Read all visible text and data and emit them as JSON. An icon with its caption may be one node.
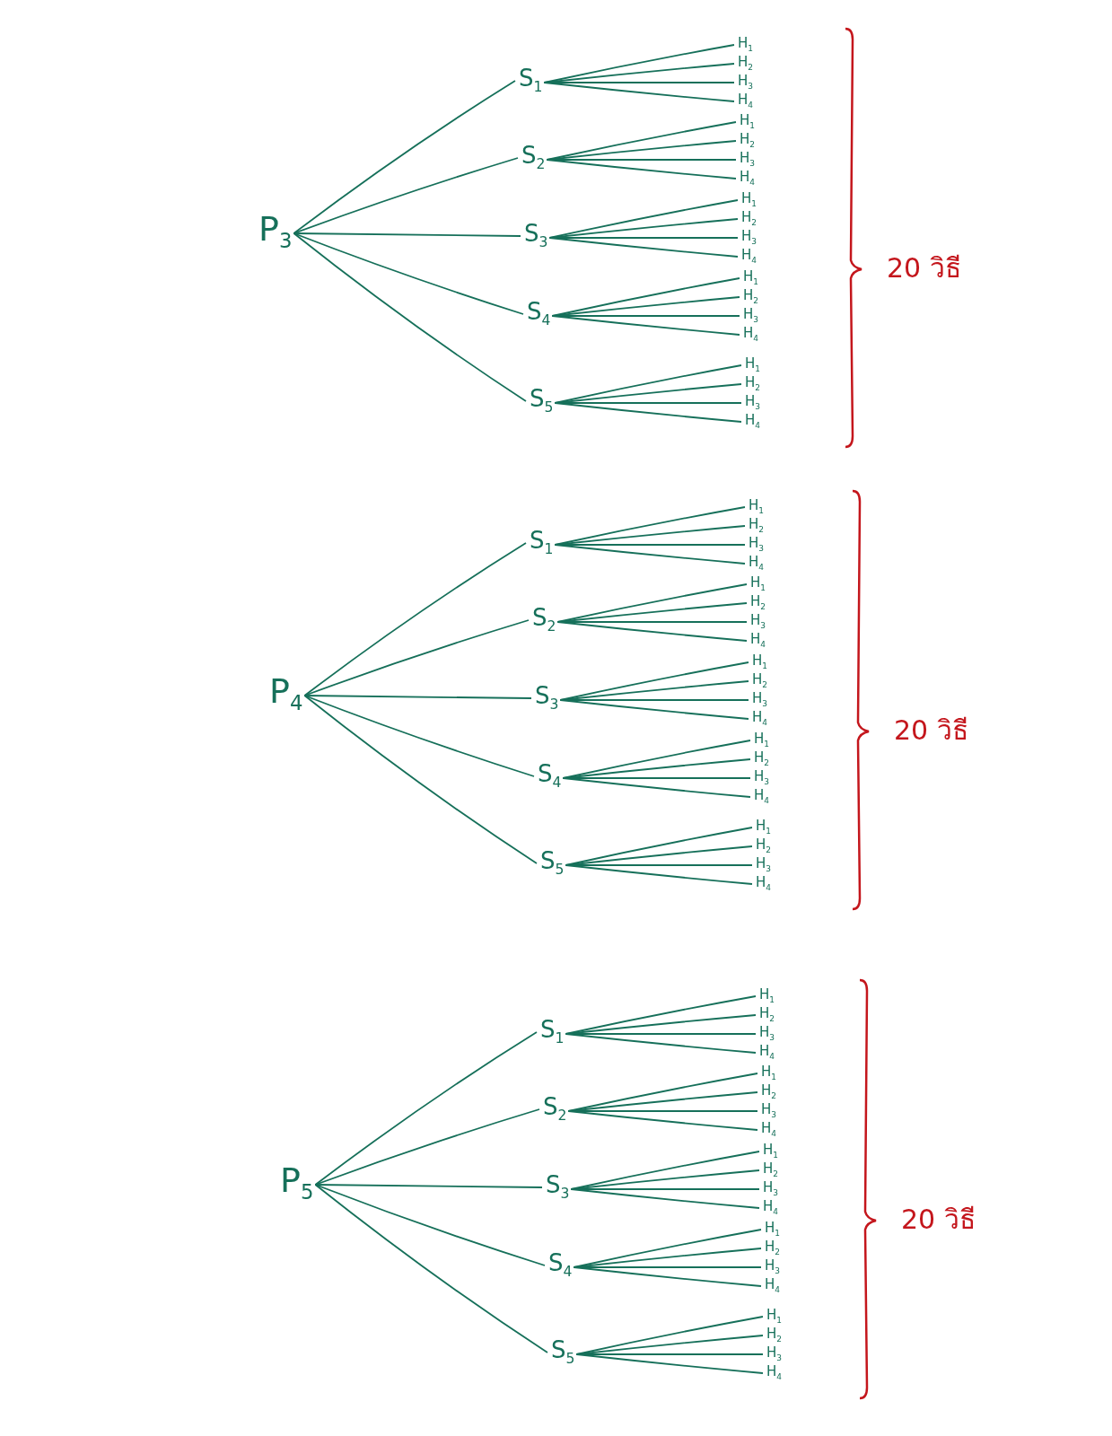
{
  "diagram": {
    "nodes": [
      {
        "text": [
          "P$_{3}$"
        ]
      },
      {
        "text": [
          "S$_{1}$"
        ]
      },
      {
        "text": [
          "H$_{1}$"
        ]
      },
      {
        "text": [
          "H$_{2}$"
        ]
      },
      {
        "text": [
          "H$_{3}$"
        ]
      },
      {
        "text": [
          "H$_{4}$"
        ]
      },
      {
        "text": [
          "S$_{2}$"
        ]
      },
      {
        "text": [
          "H$_{1}$"
        ]
      },
      {
        "text": [
          "H$_{2}$"
        ]
      },
      {
        "text": [
          "H$_{3}$"
        ]
      },
      {
        "text": [
          "H$_{4}$"
        ]
      },
      {
        "text": [
          "S$_{3}$"
        ]
      },
      {
        "text": [
          "H$_{1}$"
        ]
      },
      {
        "text": [
          "H$_{2}$"
        ]
      },
      {
        "text": [
          "H$_{3}$"
        ]
      },
      {
        "text": [
          "H$_{4}$"
        ]
      },
      {
        "text": [
          "S$_{4}$"
        ]
      },
      {
        "text": [
          "H$_{1}$"
        ]
      },
      {
        "text": [
          "H$_{2}$"
        ]
      },
      {
        "text": [
          "H$_{3}$"
        ]
      },
      {
        "text": [
          "H$_{4}$"
        ]
      },
      {
        "text": [
          "S$_{5}$"
        ]
      },
      {
        "text": [
          "H$_{1}$"
        ]
      },
      {
        "text": [
          "H$_{2}$"
        ]
      },
      {
        "text": [
          "H$_{3}$"
        ]
      },
      {
        "text": [
          "H$_{4}$"
        ]
      },
      {
        "text": [
          "P$_{4}$"
        ]
      },
      {
        "text": [
          "S$_{1}$"
        ]
      },
      {
        "text": [
          "H$_{1}$"
        ]
      },
      {
        "text": [
          "H$_{2}$"
        ]
      },
      {
        "text": [
          "H$_{3}$"
        ]
      },
      {
        "text": [
          "H$_{4}$"
        ]
      },
      {
        "text": [
          "S$_{2}$"
        ]
      },
      {
        "text": [
          "H$_{1}$"
        ]
      },
      {
        "text": [
          "H$_{2}$"
        ]
      },
      {
        "text": [
          "H$_{3}$"
        ]
      },
      {
        "text": [
          "H$_{4}$"
        ]
      },
      {
        "text": [
          "S$_{3}$"
        ]
      },
      {
        "text": [
          "H$_{1}$"
        ]
      },
      {
        "text": [
          "H$_{2}$"
        ]
      },
      {
        "text": [
          "H$_{3}$"
        ]
      },
      {
        "text": [
          "H$_{4}$"
        ]
      },
      {
        "text": [
          "S$_{4}$"
        ]
      },
      {
        "text": [
          "H$_{1}$"
        ]
      },
      {
        "text": [
          "H$_{2}$"
        ]
      },
      {
        "text": [
          "H$_{3}$"
        ]
      },
      {
        "text": [
          "H$_{4}$"
        ]
      },
      {
        "text": [
          "S$_{5}$"
        ]
      },
      {
        "text": [
          "H$_{1}$"
        ]
      },
      {
        "text": [
          "H$_{2}$"
        ]
      },
      {
        "text": [
          "H$_{3}$"
        ]
      },
      {
        "text": [
          "H$_{4}$"
        ]
      },
      {
        "text": [
          "P$_{5}$"
        ]
      },
      {
        "text": [
          "S$_{1}$"
        ]
      },
      {
        "text": [
          "H$_{1}$"
        ]
      },
      {
        "text": [
          "H$_{2}$"
        ]
      },
      {
        "text": [
          "H$_{3}$"
        ]
      },
      {
        "text": [
          "H$_{4}$"
        ]
      },
      {
        "text": [
          "S$_{2}$"
        ]
      },
      {
        "text": [
          "H$_{1}$"
        ]
      },
      {
        "text": [
          "H$_{2}$"
        ]
      },
      {
        "text": [
          "H$_{3}$"
        ]
      },
      {
        "text": [
          "H$_{4}$"
        ]
      },
      {
        "text": [
          "S$_{3}$"
        ]
      },
      {
        "text": [
          "H$_{1}$"
        ]
      },
      {
        "text": [
          "H$_{2}$"
        ]
      },
      {
        "text": [
          "H$_{3}$"
        ]
      },
      {
        "text": [
          "H$_{4}$"
        ]
      },
      {
        "text": [
          "S$_{4}$"
        ]
      },
      {
        "text": [
          "H$_{1}$"
        ]
      },
      {
        "text": [
          "H$_{2}$"
        ]
      },
      {
        "text": [
          "H$_{3}$"
        ]
      },
      {
        "text": [
          "H$_{4}$"
        ]
      },
      {
        "text": [
          "S$_{5}$"
        ]
      },
      {
        "text": [
          "H$_{1}$"
        ]
      },
      {
        "text": [
          "H$_{2}$"
        ]
      },
      {
        "text": [
          "H$_{3}$"
        ]
      },
      {
        "text": [
          "H$_{4}$"
        ]
      }
    ],
    "edges": [
      {
        "from": 0,
        "to": 1,
        "arrow": "none"
      },
      {
        "from": 0,
        "to": 6,
        "arrow": "none"
      },
      {
        "from": 0,
        "to": 11,
        "arrow": "none"
      },
      {
        "from": 0,
        "to": 16,
        "arrow": "none"
      },
      {
        "from": 0,
        "to": 21,
        "arrow": "none"
      },
      {
        "from": 1,
        "to": 2,
        "arrow": "none"
      },
      {
        "from": 1,
        "to": 3,
        "arrow": "none"
      },
      {
        "from": 1,
        "to": 4,
        "arrow": "none"
      },
      {
        "from": 1,
        "to": 5,
        "arrow": "none"
      },
      {
        "from": 6,
        "to": 7,
        "arrow": "none"
      },
      {
        "from": 6,
        "to": 8,
        "arrow": "none"
      },
      {
        "from": 6,
        "to": 9,
        "arrow": "none"
      },
      {
        "from": 6,
        "to": 10,
        "arrow": "none"
      },
      {
        "from": 11,
        "to": 12,
        "arrow": "none"
      },
      {
        "from": 11,
        "to": 13,
        "arrow": "none"
      },
      {
        "from": 11,
        "to": 14,
        "arrow": "none"
      },
      {
        "from": 11,
        "to": 15,
        "arrow": "none"
      },
      {
        "from": 16,
        "to": 17,
        "arrow": "none"
      },
      {
        "from": 16,
        "to": 18,
        "arrow": "none"
      },
      {
        "from": 16,
        "to": 19,
        "arrow": "none"
      },
      {
        "from": 16,
        "to": 20,
        "arrow": "none"
      },
      {
        "from": 21,
        "to": 22,
        "arrow": "none"
      },
      {
        "from": 21,
        "to": 23,
        "arrow": "none"
      },
      {
        "from": 21,
        "to": 24,
        "arrow": "none"
      },
      {
        "from": 21,
        "to": 25,
        "arrow": "none"
      },
      {
        "from": 26,
        "to": 27,
        "arrow": "none"
      },
      {
        "from": 26,
        "to": 32,
        "arrow": "none"
      },
      {
        "from": 26,
        "to": 37,
        "arrow": "none"
      },
      {
        "from": 26,
        "to": 42,
        "arrow": "none"
      },
      {
        "from": 26,
        "to": 47,
        "arrow": "none"
      },
      {
        "from": 27,
        "to": 28,
        "arrow": "none"
      },
      {
        "from": 27,
        "to": 29,
        "arrow": "none"
      },
      {
        "from": 27,
        "to": 30,
        "arrow": "none"
      },
      {
        "from": 27,
        "to": 31,
        "arrow": "none"
      },
      {
        "from": 32,
        "to": 33,
        "arrow": "none"
      },
      {
        "from": 32,
        "to": 34,
        "arrow": "none"
      },
      {
        "from": 32,
        "to": 35,
        "arrow": "none"
      },
      {
        "from": 32,
        "to": 36,
        "arrow": "none"
      },
      {
        "from": 37,
        "to": 38,
        "arrow": "none"
      },
      {
        "from": 37,
        "to": 39,
        "arrow": "none"
      },
      {
        "from": 37,
        "to": 40,
        "arrow": "none"
      },
      {
        "from": 37,
        "to": 41,
        "arrow": "none"
      },
      {
        "from": 42,
        "to": 43,
        "arrow": "none"
      },
      {
        "from": 42,
        "to": 44,
        "arrow": "none"
      },
      {
        "from": 42,
        "to": 45,
        "arrow": "none"
      },
      {
        "from": 42,
        "to": 46,
        "arrow": "none"
      },
      {
        "from": 47,
        "to": 48,
        "arrow": "none"
      },
      {
        "from": 47,
        "to": 49,
        "arrow": "none"
      },
      {
        "from": 47,
        "to": 50,
        "arrow": "none"
      },
      {
        "from": 47,
        "to": 51,
        "arrow": "none"
      },
      {
        "from": 52,
        "to": 53,
        "arrow": "none"
      },
      {
        "from": 52,
        "to": 58,
        "arrow": "none"
      },
      {
        "from": 52,
        "to": 63,
        "arrow": "none"
      },
      {
        "from": 52,
        "to": 68,
        "arrow": "none"
      },
      {
        "from": 52,
        "to": 73,
        "arrow": "none"
      },
      {
        "from": 53,
        "to": 54,
        "arrow": "none"
      },
      {
        "from": 53,
        "to": 55,
        "arrow": "none"
      },
      {
        "from": 53,
        "to": 56,
        "arrow": "none"
      },
      {
        "from": 53,
        "to": 57,
        "arrow": "none"
      },
      {
        "from": 58,
        "to": 59,
        "arrow": "none"
      },
      {
        "from": 58,
        "to": 60,
        "arrow": "none"
      },
      {
        "from": 58,
        "to": 61,
        "arrow": "none"
      },
      {
        "from": 58,
        "to": 62,
        "arrow": "none"
      },
      {
        "from": 63,
        "to": 64,
        "arrow": "none"
      },
      {
        "from": 63,
        "to": 65,
        "arrow": "none"
      },
      {
        "from": 63,
        "to": 66,
        "arrow": "none"
      },
      {
        "from": 63,
        "to": 67,
        "arrow": "none"
      },
      {
        "from": 68,
        "to": 69,
        "arrow": "none"
      },
      {
        "from": 68,
        "to": 70,
        "arrow": "none"
      },
      {
        "from": 68,
        "to": 71,
        "arrow": "none"
      },
      {
        "from": 68,
        "to": 72,
        "arrow": "none"
      },
      {
        "from": 73,
        "to": 74,
        "arrow": "none"
      },
      {
        "from": 73,
        "to": 75,
        "arrow": "none"
      },
      {
        "from": 73,
        "to": 76,
        "arrow": "none"
      },
      {
        "from": 73,
        "to": 77,
        "arrow": "none"
      }
    ],
    "labels": [
      "20 วิธี",
      "20 วิธี",
      "20 วิธี"
    ]
  }
}
